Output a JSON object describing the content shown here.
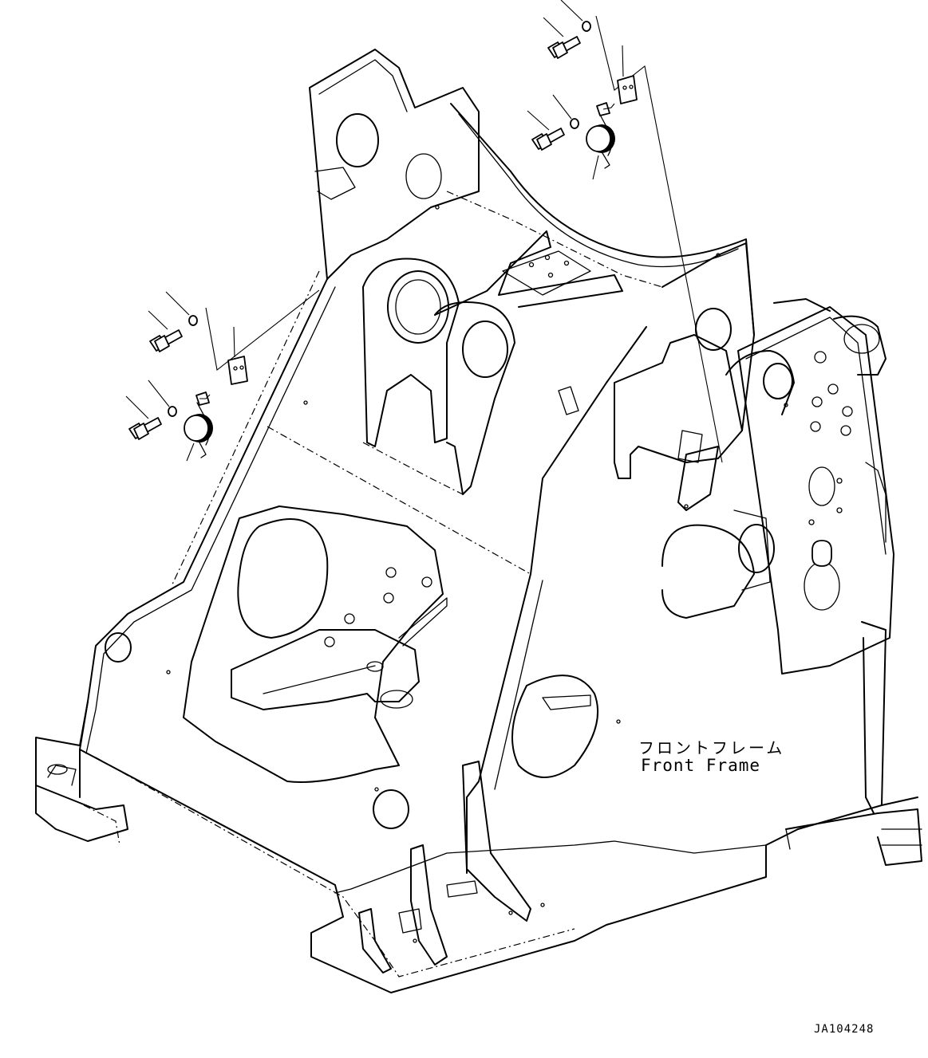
{
  "labels": {
    "part_name_jp": "フロントフレーム",
    "part_name_en": "Front Frame"
  },
  "drawing_id": "JA104248"
}
